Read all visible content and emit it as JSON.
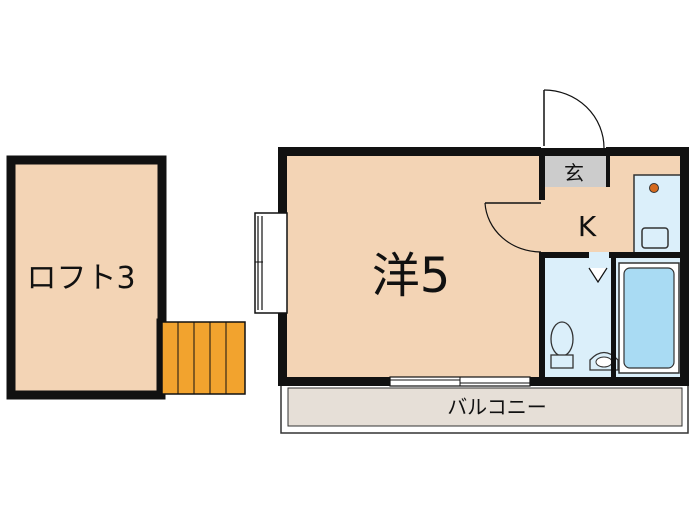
{
  "rooms": {
    "loft": {
      "label": "ロフト3"
    },
    "western": {
      "label": "洋5"
    },
    "entrance": {
      "label": "玄"
    },
    "kitchen": {
      "label": "K"
    },
    "balcony": {
      "label": "バルコニー"
    }
  },
  "colors": {
    "room": "#f3d4b5",
    "wet_area": "#dbeffa",
    "balcony": "#e6dfd7",
    "entrance": "#cccccc",
    "wall": "#111111",
    "stairs": "#f2a32e",
    "bath_fixture": "#a9dbf3",
    "stove_burner": "#d56a1e"
  }
}
